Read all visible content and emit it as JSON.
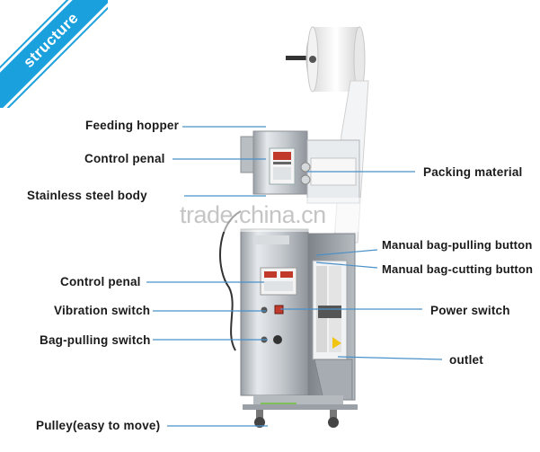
{
  "badge": "structure",
  "watermark": "trade.china.cn",
  "labels": {
    "feeding_hopper": "Feeding hopper",
    "control_penal_top": "Control penal",
    "stainless_body": "Stainless steel body",
    "control_penal_mid": "Control penal",
    "vibration_switch": "Vibration switch",
    "bag_pulling_switch": "Bag-pulling switch",
    "pulley": "Pulley(easy to move)",
    "packing_material": "Packing material",
    "manual_bag_pulling": "Manual bag-pulling button",
    "manual_bag_cutting": "Manual bag-cutting button",
    "power_switch": "Power switch",
    "outlet": "outlet"
  },
  "colors": {
    "badge": "#1aa0dc",
    "leader_line": "#4a90c8",
    "machine_steel": "#c8ccd0"
  }
}
